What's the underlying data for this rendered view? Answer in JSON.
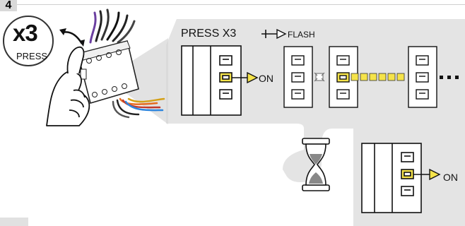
{
  "step_number": "4",
  "badge": {
    "multiplier": "x3",
    "action": "PRESS"
  },
  "panel": {
    "title": "PRESS X3",
    "flash_label": "FLASH"
  },
  "states": {
    "on_label": "ON",
    "on_label_result": "ON"
  },
  "colors": {
    "panel_gray": "#e4e4e4",
    "led_yellow": "#f5e34a",
    "outline": "#1a1a1a"
  },
  "icons": [
    "hand-icon",
    "module-icon",
    "curved-arrow-icon",
    "arrow-right-icon",
    "hourglass-icon",
    "ellipsis-icon"
  ]
}
